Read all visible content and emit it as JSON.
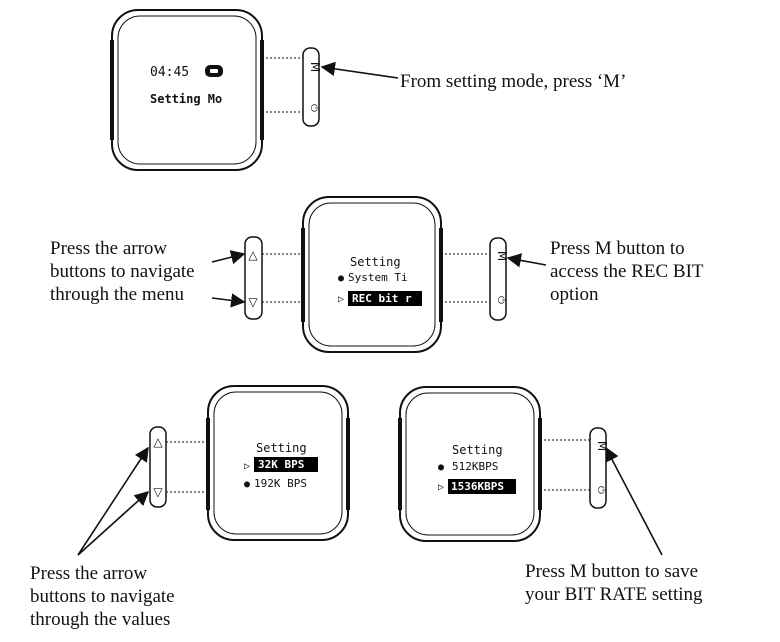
{
  "captions": {
    "press_m": "From setting mode, press ‘M’",
    "arrows_menu": "Press the arrow\nbuttons to navigate\nthrough the menu",
    "m_access": "Press M button to\naccess the REC BIT\noption",
    "arrows_values": "Press the arrow\nbuttons to navigate\nthrough the values",
    "m_save": "Press M button to save\nyour BIT RATE setting"
  },
  "screens": {
    "home": {
      "time": "04:45",
      "mode": "Setting Mo"
    },
    "menu": {
      "title": "Setting",
      "items": [
        "System Ti",
        "REC bit r"
      ],
      "selected_index": 1
    },
    "rates_a": {
      "title": "Setting",
      "items": [
        "32K BPS",
        "192K BPS"
      ],
      "selected_index": 0
    },
    "rates_b": {
      "title": "Setting",
      "items": [
        "512KBPS",
        "1536KBPS"
      ],
      "selected_index": 1
    }
  },
  "buttons": {
    "m_label": "M",
    "power_symbol": "⏻",
    "up_arrow": "△",
    "down_arrow": "▽",
    "pointer": "▷",
    "bullet": "●"
  },
  "colors": {
    "ink": "#111111",
    "screen_highlight": "#000000",
    "highlight_text": "#ffffff"
  }
}
